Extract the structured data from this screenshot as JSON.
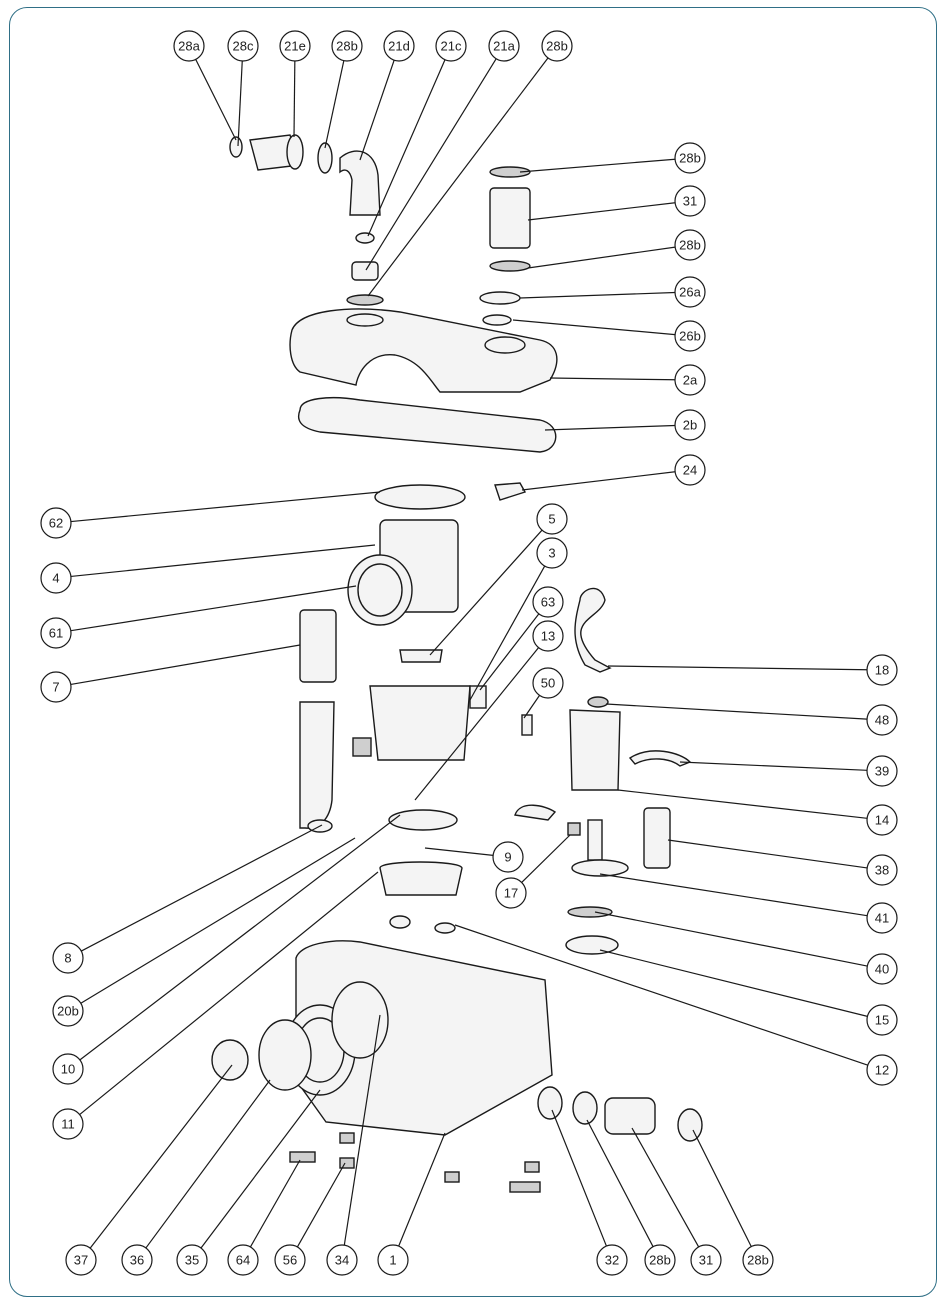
{
  "colors": {
    "frame": "#2f6f86",
    "line": "#1a1a1a",
    "part_fill": "#f4f4f4",
    "part_shade": "#cfcfcf"
  },
  "labels": {
    "top": [
      "28a",
      "28c",
      "21e",
      "28b",
      "21d",
      "21c",
      "21a",
      "28b"
    ],
    "right": [
      "28b",
      "31",
      "28b",
      "26a",
      "26b",
      "2a",
      "2b",
      "24",
      "18",
      "48",
      "39",
      "14",
      "38",
      "41",
      "40",
      "15",
      "12"
    ],
    "left": [
      "62",
      "4",
      "61",
      "7",
      "8",
      "20b",
      "10",
      "11"
    ],
    "bottom": [
      "37",
      "36",
      "35",
      "64",
      "56",
      "34",
      "1",
      "32",
      "28b",
      "31",
      "28b"
    ],
    "inner": [
      "5",
      "3",
      "63",
      "13",
      "50",
      "9",
      "17"
    ]
  }
}
